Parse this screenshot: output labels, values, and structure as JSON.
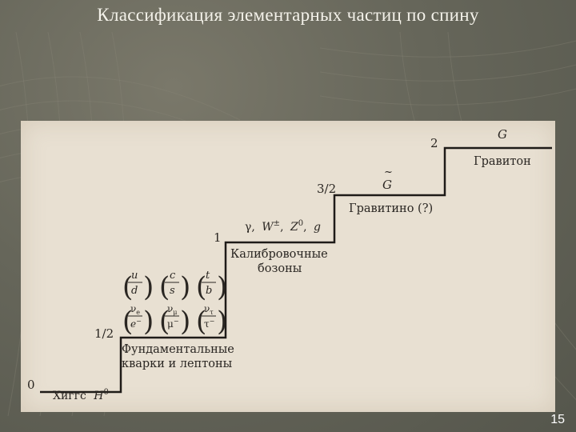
{
  "slide": {
    "title": "Классификация элементарных частиц по спину",
    "page_number": "15"
  },
  "diagram": {
    "spin_levels": [
      "0",
      "1/2",
      "1",
      "3/2",
      "2"
    ],
    "higgs": {
      "label": "Хиггс",
      "symbol": "H",
      "sup": "0"
    },
    "fermions": {
      "label_line1": "Фундаментальные",
      "label_line2": "кварки и лептоны",
      "quarks": [
        [
          "u",
          "d"
        ],
        [
          "c",
          "s"
        ],
        [
          "t",
          "b"
        ]
      ],
      "leptons": [
        [
          "ν",
          "e",
          "e",
          "−"
        ],
        [
          "ν",
          "μ",
          "μ",
          "−"
        ],
        [
          "ν",
          "τ",
          "τ",
          "−"
        ]
      ]
    },
    "gauge_bosons": {
      "label_line1": "Калибровочные",
      "label_line2": "бозоны",
      "symbols": {
        "gamma": "γ,",
        "w": "W",
        "w_sup": "±",
        "sep1": ",",
        "z": "Z",
        "z_sup": "0",
        "sep2": ",",
        "g": "g"
      }
    },
    "gravitino": {
      "label": "Гравитино (?)",
      "symbol": "G",
      "tilde": "~"
    },
    "graviton": {
      "label": "Гравитон",
      "symbol": "G"
    }
  }
}
